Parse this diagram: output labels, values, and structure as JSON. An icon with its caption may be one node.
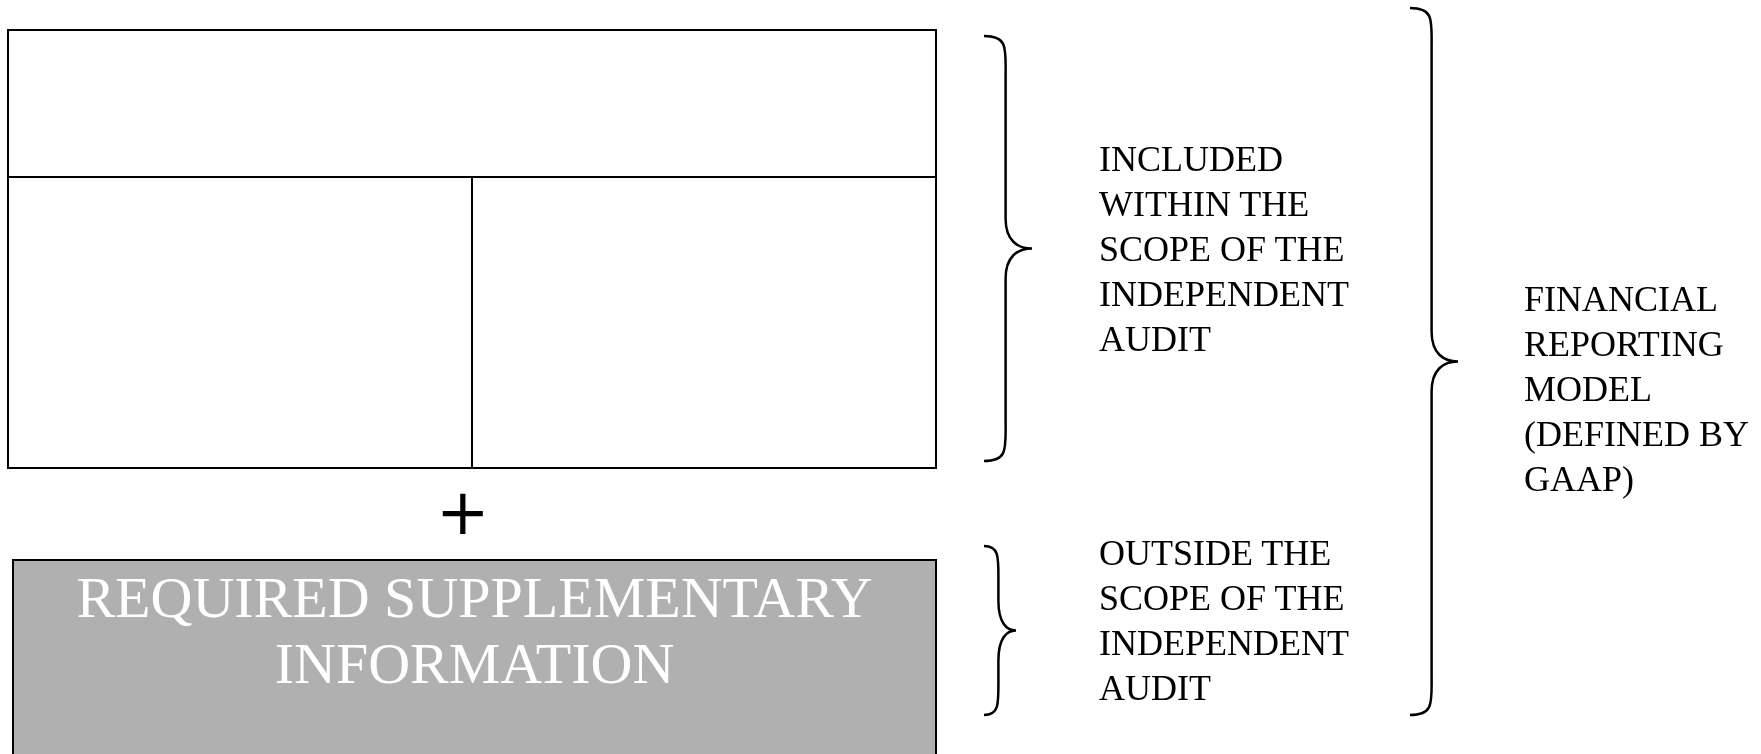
{
  "diagram": {
    "nodes": [
      {
        "text": [],
        "shape": "box"
      },
      {
        "text": [],
        "shape": "box"
      },
      {
        "text": [],
        "shape": "box"
      },
      {
        "text": [
          "REQUIRED SUPPLEMENTARY INFORMATION"
        ]
      }
    ],
    "labels": [
      "+",
      "INCLUDED WITHIN THE SCOPE OF THE INDEPENDENT AUDIT",
      "OUTSIDE THE SCOPE OF THE INDEPENDENT AUDIT",
      "FINANCIAL REPORTING MODEL (DEFINED BY GAAP)"
    ]
  }
}
